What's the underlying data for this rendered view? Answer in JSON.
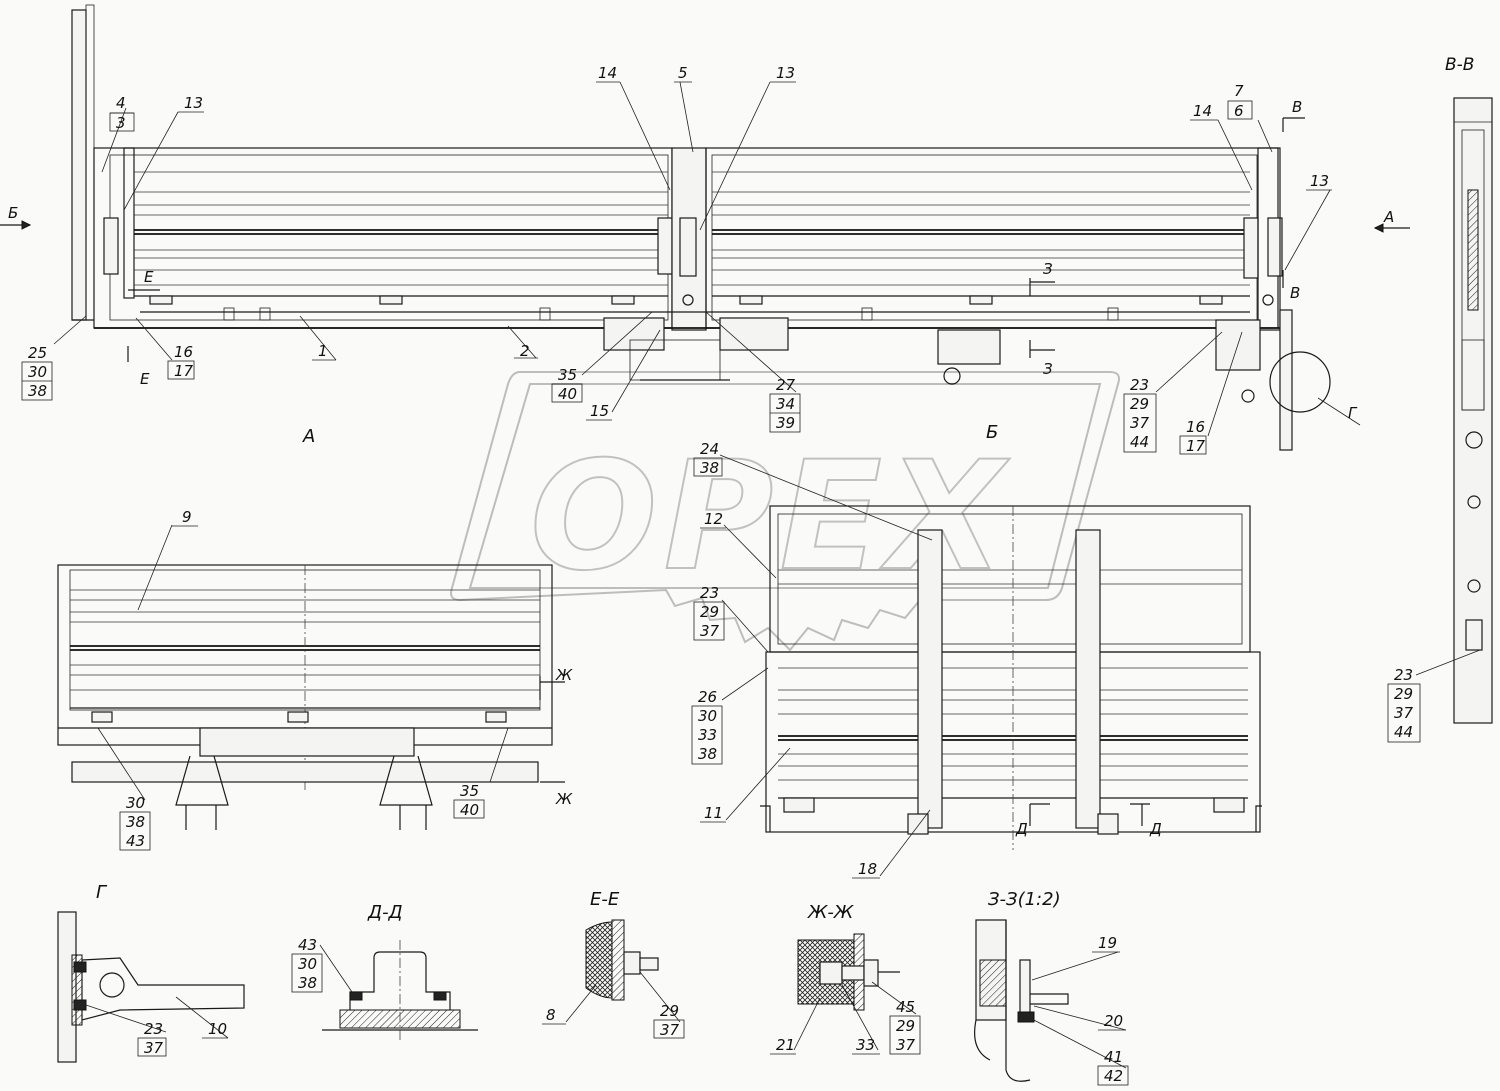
{
  "views": {
    "section_vv": "В-В",
    "view_a": "А",
    "view_b": "Б",
    "detail_g": "Г",
    "section_dd": "Д-Д",
    "section_ee": "Е-Е",
    "section_zhzh": "Ж-Ж",
    "section_zz": "З-З(1:2)"
  },
  "section_markers": {
    "b_left": "Б",
    "a_right": "А",
    "v_top": "В",
    "v_bottom": "В",
    "e_top": "Е",
    "e_bottom": "Е",
    "z_top": "З",
    "z_bottom": "З",
    "zh_top": "Ж",
    "zh_bottom": "Ж",
    "d_left": "Д",
    "d_right": "Д",
    "g_callout": "Г"
  },
  "callouts": {
    "c4_3": [
      "4",
      "3"
    ],
    "c13a": "13",
    "c14a": "14",
    "c5": "5",
    "c13b": "13",
    "c7_6": [
      "7",
      "6"
    ],
    "c14b": "14",
    "c13c": "13",
    "c25": [
      "25",
      "30",
      "38"
    ],
    "c16_17a": [
      "16",
      "17"
    ],
    "c1": "1",
    "c2": "2",
    "c35_40a": [
      "35",
      "40"
    ],
    "c15": "15",
    "c27": [
      "27",
      "34",
      "39"
    ],
    "c23a": [
      "23",
      "29",
      "37",
      "44"
    ],
    "c16_17b": [
      "16",
      "17"
    ],
    "c9": "9",
    "c24": [
      "24",
      "38"
    ],
    "c12": "12",
    "c23b": [
      "23",
      "29",
      "37"
    ],
    "c26": [
      "26",
      "30",
      "33",
      "38"
    ],
    "c11": "11",
    "c18": "18",
    "c30": [
      "30",
      "38",
      "43"
    ],
    "c35_40b": [
      "35",
      "40"
    ],
    "c23c": [
      "23",
      "29",
      "37",
      "44"
    ],
    "c23d": [
      "23",
      "37"
    ],
    "c10": "10",
    "c43": [
      "43",
      "30",
      "38"
    ],
    "c8": "8",
    "c29a": [
      "29",
      "37"
    ],
    "c21": "21",
    "c33": "33",
    "c45": [
      "45",
      "29",
      "37"
    ],
    "c19": "19",
    "c20": "20",
    "c41": [
      "41",
      "42"
    ]
  },
  "watermark": "OPEX"
}
